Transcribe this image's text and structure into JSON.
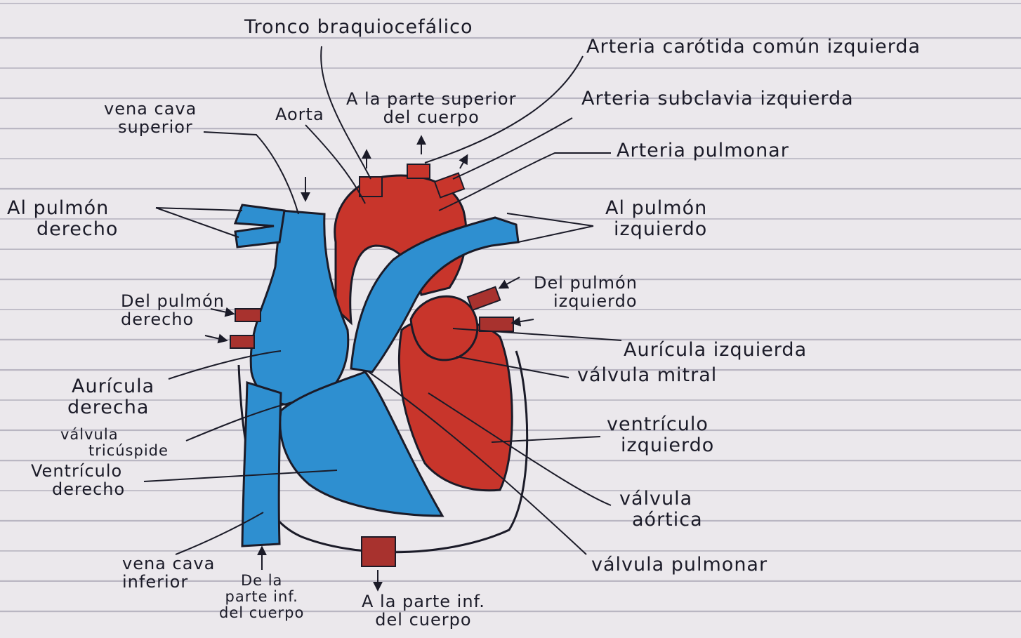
{
  "labels": {
    "tronco_braquiocefalico": "Tronco braquiocefálico",
    "arteria_carotida": "Arteria carótida común izquierda",
    "arteria_subclavia": "Arteria subclavia izquierda",
    "arteria_pulmonar": "Arteria pulmonar",
    "a_la_parte_superior": [
      "A la parte superior",
      "del cuerpo"
    ],
    "aorta": "Aorta",
    "vena_cava_superior": [
      "vena cava",
      "superior"
    ],
    "al_pulmon_derecho": [
      "Al pulmón",
      "derecho"
    ],
    "al_pulmon_izquierdo": [
      "Al pulmón",
      "izquierdo"
    ],
    "del_pulmon_derecho": [
      "Del pulmón",
      "derecho"
    ],
    "del_pulmon_izquierdo": [
      "Del pulmón",
      "izquierdo"
    ],
    "auricula_izquierda": "Aurícula izquierda",
    "valvula_mitral": "válvula mitral",
    "auricula_derecha": [
      "Aurícula",
      "derecha"
    ],
    "valvula_tricuspide": [
      "válvula",
      "tricúspide"
    ],
    "ventriculo_derecho": [
      "Ventrículo",
      "derecho"
    ],
    "ventriculo_izquierdo": [
      "ventrículo",
      "izquierdo"
    ],
    "valvula_aortica": [
      "válvula",
      "aórtica"
    ],
    "vena_cava_inferior": [
      "vena cava",
      "inferior"
    ],
    "de_la_parte_inf": [
      "De la",
      "parte inf.",
      "del cuerpo"
    ],
    "a_la_parte_inf": [
      "A la parte inf.",
      "del cuerpo"
    ],
    "valvula_pulmonar": "válvula pulmonar"
  },
  "colors": {
    "oxygenated": "#c8352b",
    "deoxygenated": "#2e8fd0",
    "ink": "#1b1b28",
    "paper": "#ebe8ec",
    "paper_rule": "#b9b6c2"
  }
}
